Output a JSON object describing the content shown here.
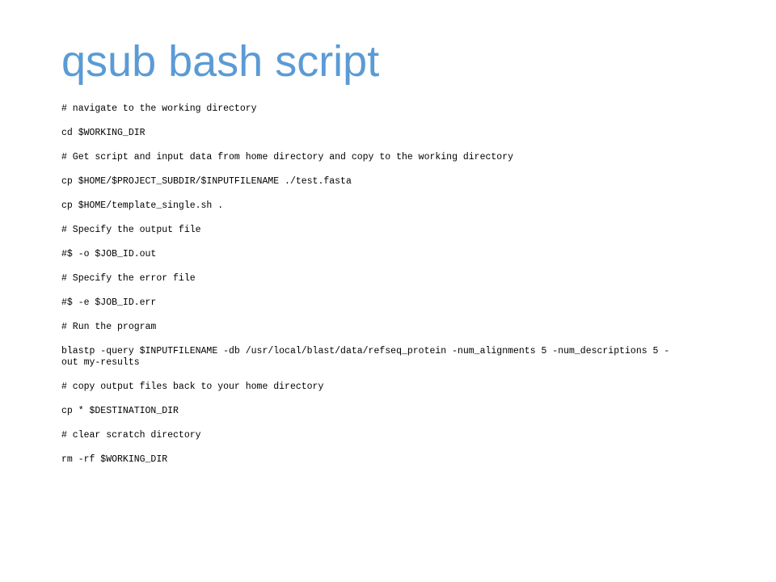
{
  "slide": {
    "title": "qsub bash script",
    "blocks": [
      {
        "lines": [
          "# navigate to the working directory",
          "cd $WORKING_DIR"
        ]
      },
      {
        "lines": [
          "# Get script and input data from home directory and copy to the working directory",
          "cp $HOME/$PROJECT_SUBDIR/$INPUTFILENAME ./test.fasta",
          "cp $HOME/template_single.sh ."
        ]
      },
      {
        "lines": [
          "# Specify the output file",
          "#$ -o $JOB_ID.out"
        ]
      },
      {
        "lines": [
          "# Specify the error file",
          "#$ -e $JOB_ID.err"
        ]
      },
      {
        "lines": [
          "# Run the program",
          "blastp -query $INPUTFILENAME -db /usr/local/blast/data/refseq_protein -num_alignments 5 -num_descriptions 5 -out my-results"
        ]
      },
      {
        "lines": [
          "# copy output files back to your home directory",
          "cp * $DESTINATION_DIR"
        ]
      },
      {
        "lines": [
          "# clear scratch directory",
          "rm -rf $WORKING_DIR"
        ]
      }
    ]
  },
  "colors": {
    "title": "#5b9bd5",
    "text": "#000000",
    "background": "#ffffff"
  }
}
